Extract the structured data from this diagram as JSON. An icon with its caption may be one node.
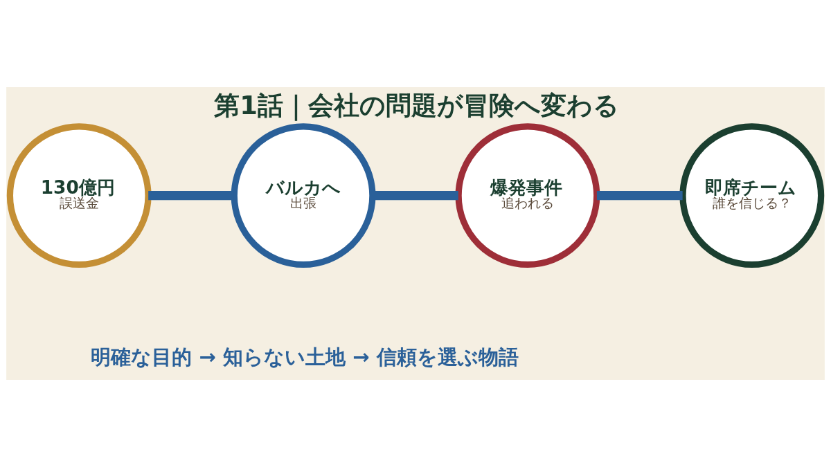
{
  "diagram": {
    "title": "第1話｜会社の問題が冒険へ変わる",
    "nodes": [
      {
        "text": [
          "130億円",
          "誤送金"
        ]
      },
      {
        "text": [
          "バルカへ",
          "出張"
        ]
      },
      {
        "text": [
          "爆発事件",
          "追われる"
        ]
      },
      {
        "text": [
          "即席チーム",
          "誰を信じる？"
        ]
      }
    ],
    "edges": [
      {
        "from": 0,
        "to": 1,
        "arrow": "none"
      },
      {
        "from": 1,
        "to": 2,
        "arrow": "none"
      },
      {
        "from": 2,
        "to": 3,
        "arrow": "none"
      }
    ],
    "labels": [
      "明確な目的 → 知らない土地 → 信頼を選ぶ物語"
    ]
  }
}
